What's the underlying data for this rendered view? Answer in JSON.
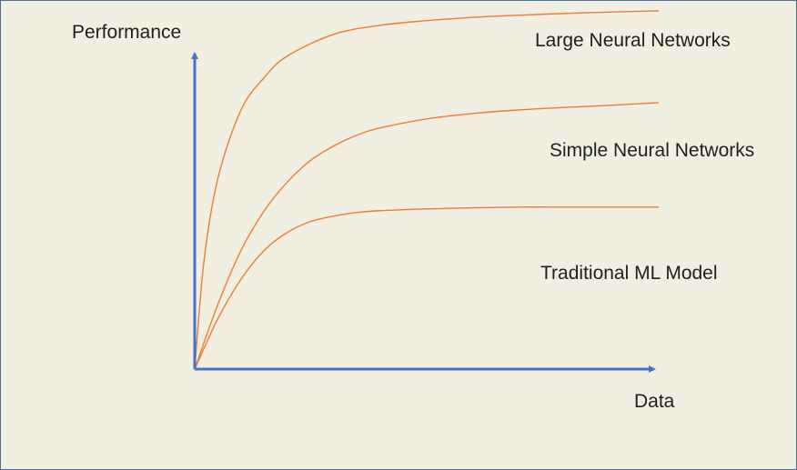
{
  "chart_data": {
    "type": "line",
    "xlabel": "Data",
    "ylabel": "Performance",
    "xlim": [
      0,
      1
    ],
    "ylim": [
      0,
      1
    ],
    "grid": false,
    "axis_color": "#4a72c4",
    "series_color": "#ed7d31",
    "background": "#f1efe2",
    "series": [
      {
        "name": "Large Neural Networks",
        "x": [
          0,
          0.02,
          0.05,
          0.1,
          0.15,
          0.2,
          0.3,
          0.4,
          0.5,
          0.6,
          0.7,
          0.8,
          0.9,
          1.0
        ],
        "y": [
          0,
          0.3,
          0.53,
          0.72,
          0.81,
          0.87,
          0.93,
          0.955,
          0.968,
          0.977,
          0.983,
          0.988,
          0.992,
          0.995
        ]
      },
      {
        "name": "Simple Neural Networks",
        "x": [
          0,
          0.05,
          0.1,
          0.15,
          0.2,
          0.25,
          0.3,
          0.35,
          0.4,
          0.5,
          0.6,
          0.7,
          0.8,
          0.9,
          1.0
        ],
        "y": [
          0,
          0.18,
          0.33,
          0.44,
          0.52,
          0.58,
          0.62,
          0.65,
          0.67,
          0.695,
          0.71,
          0.72,
          0.727,
          0.733,
          0.74
        ]
      },
      {
        "name": "Traditional ML Model",
        "x": [
          0,
          0.05,
          0.1,
          0.15,
          0.2,
          0.25,
          0.3,
          0.35,
          0.4,
          0.5,
          0.6,
          0.7,
          0.8,
          0.9,
          1.0
        ],
        "y": [
          0,
          0.14,
          0.25,
          0.33,
          0.38,
          0.41,
          0.425,
          0.435,
          0.44,
          0.445,
          0.448,
          0.45,
          0.45,
          0.45,
          0.45
        ]
      }
    ]
  }
}
